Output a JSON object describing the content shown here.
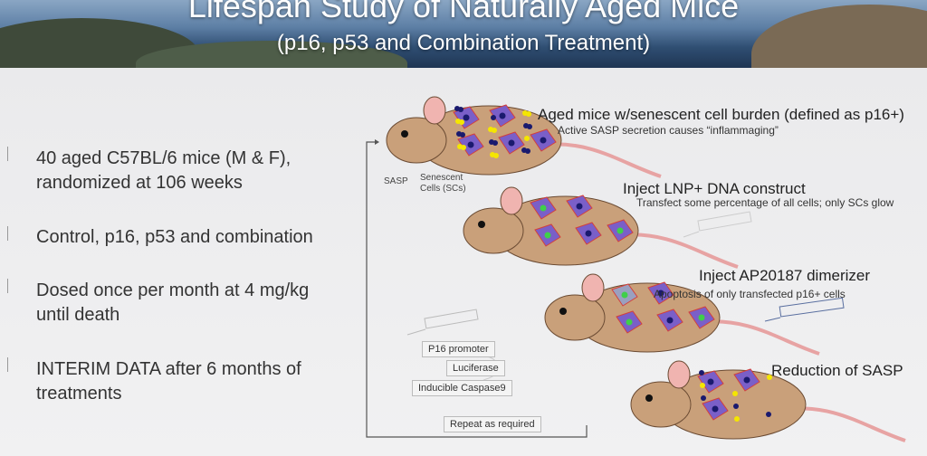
{
  "title": "Lifespan Study of Naturally Aged Mice",
  "subtitle": "(p16, p53 and Combination Treatment)",
  "bullets": [
    {
      "line1": "40 aged C57BL/6 mice (M & F),",
      "line2": "randomized at 106 weeks"
    },
    {
      "line1": "Control, p16, p53 and combination",
      "line2": ""
    },
    {
      "line1": "Dosed once per month at 4 mg/kg",
      "line2": "until death"
    },
    {
      "line1": "INTERIM DATA after 6 months of",
      "line2": "treatments"
    }
  ],
  "diagram": {
    "steps": [
      {
        "heading": "Aged mice w/senescent cell burden (defined as p16+)",
        "note": "Active SASP secretion causes “inflammaging”"
      },
      {
        "heading": "Inject LNP+ DNA construct",
        "note": "Transfect some percentage of all cells; only SCs glow"
      },
      {
        "heading": "Inject AP20187 dimerizer",
        "note": "Apoptosis of only transfected p16+ cells"
      },
      {
        "heading": "Reduction of SASP",
        "note": ""
      }
    ],
    "labels": {
      "sasp": "SASP",
      "senescent": "Senescent",
      "senescent2": "Cells (SCs)"
    },
    "construct": [
      "P16 promoter",
      "Luciferase",
      "Inducible  Caspase9"
    ],
    "repeat": "Repeat as required",
    "colors": {
      "mouse": "#c9a07a",
      "cell": "#7a5fc8",
      "sasp": "#f5e600",
      "nucleus": "#1a1a6e",
      "glow": "#3fcf4a"
    }
  }
}
